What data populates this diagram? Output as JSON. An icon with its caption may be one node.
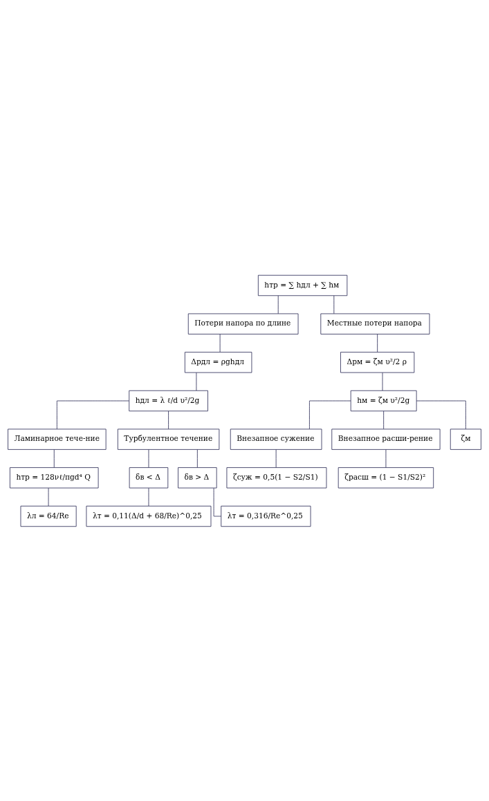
{
  "diagram": {
    "nodes": [
      {
        "text": [
          "hтр = ∑ hдл + ∑ hм"
        ]
      },
      {
        "text": [
          "Потери напора по длине"
        ]
      },
      {
        "text": [
          "Δpдл = ρghдл"
        ]
      },
      {
        "text": [
          "hдл = λ ℓ/d υ²/2g"
        ]
      },
      {
        "text": [
          "Ламинарное тече-ние"
        ]
      },
      {
        "text": [
          "hтр = 128νℓ/πgd⁴ Q"
        ]
      },
      {
        "text": [
          "λл = 64/Re"
        ]
      },
      {
        "text": [
          "Турбулентное течение"
        ]
      },
      {
        "text": [
          "δв < Δ"
        ]
      },
      {
        "text": [
          "λт = 0,11(Δ/d + 68/Re)^0,25"
        ]
      },
      {
        "text": [
          "δв > Δ"
        ]
      },
      {
        "text": [
          "λт = 0,316/Re^0,25"
        ]
      },
      {
        "text": [
          "Местные потери напора"
        ]
      },
      {
        "text": [
          "Δpм = ζм υ²/2 ρ"
        ]
      },
      {
        "text": [
          "hм = ζм υ²/2g"
        ]
      },
      {
        "text": [
          "Внезапное сужение"
        ]
      },
      {
        "text": [
          "ζсуж = 0,5(1 − S2/S1)"
        ]
      },
      {
        "text": [
          "Внезапное расши-рение"
        ]
      },
      {
        "text": [
          "ζрасш = (1 − S1/S2)²"
        ]
      },
      {
        "text": [
          "ζм"
        ]
      }
    ],
    "edges": [
      {
        "from": 0,
        "to": 1,
        "arrow": "none"
      },
      {
        "from": 0,
        "to": 12,
        "arrow": "none"
      },
      {
        "from": 1,
        "to": 2,
        "arrow": "none"
      },
      {
        "from": 2,
        "to": 3,
        "arrow": "none"
      },
      {
        "from": 3,
        "to": 4,
        "arrow": "none"
      },
      {
        "from": 3,
        "to": 7,
        "arrow": "none"
      },
      {
        "from": 4,
        "to": 5,
        "arrow": "none"
      },
      {
        "from": 5,
        "to": 6,
        "arrow": "none"
      },
      {
        "from": 7,
        "to": 8,
        "arrow": "none"
      },
      {
        "from": 7,
        "to": 10,
        "arrow": "none"
      },
      {
        "from": 8,
        "to": 9,
        "arrow": "none"
      },
      {
        "from": 10,
        "to": 11,
        "arrow": "none"
      },
      {
        "from": 12,
        "to": 13,
        "arrow": "none"
      },
      {
        "from": 13,
        "to": 14,
        "arrow": "none"
      },
      {
        "from": 14,
        "to": 15,
        "arrow": "none"
      },
      {
        "from": 14,
        "to": 17,
        "arrow": "none"
      },
      {
        "from": 14,
        "to": 19,
        "arrow": "none"
      },
      {
        "from": 15,
        "to": 16,
        "arrow": "none"
      },
      {
        "from": 17,
        "to": 18,
        "arrow": "none"
      }
    ]
  }
}
